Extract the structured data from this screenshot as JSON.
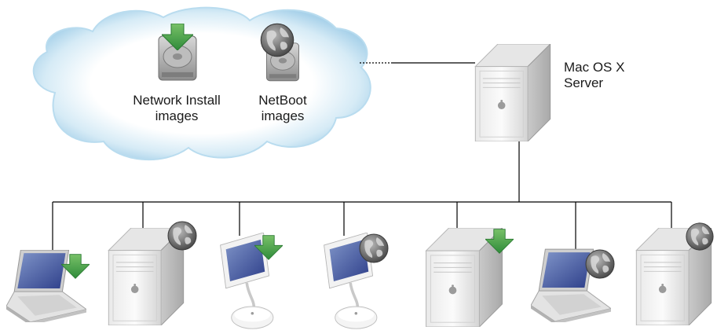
{
  "cloud": {
    "items": [
      {
        "line1": "Network Install",
        "line2": "images",
        "icon": "download-arrow-icon"
      },
      {
        "line1": "NetBoot",
        "line2": "images",
        "icon": "globe-icon"
      }
    ]
  },
  "server": {
    "line1": "Mac OS X",
    "line2": "Server"
  },
  "clients": [
    {
      "type": "laptop",
      "badge": "download-arrow-icon"
    },
    {
      "type": "tower",
      "badge": "globe-icon"
    },
    {
      "type": "imac",
      "badge": "download-arrow-icon"
    },
    {
      "type": "imac",
      "badge": "globe-icon"
    },
    {
      "type": "tower",
      "badge": "download-arrow-icon"
    },
    {
      "type": "laptop",
      "badge": "globe-icon"
    },
    {
      "type": "tower",
      "badge": "globe-icon"
    }
  ],
  "colors": {
    "cloud": "#cfe6f2",
    "arrow": "#4ea34a",
    "line": "#000000",
    "globe": "#6d6d6d"
  }
}
